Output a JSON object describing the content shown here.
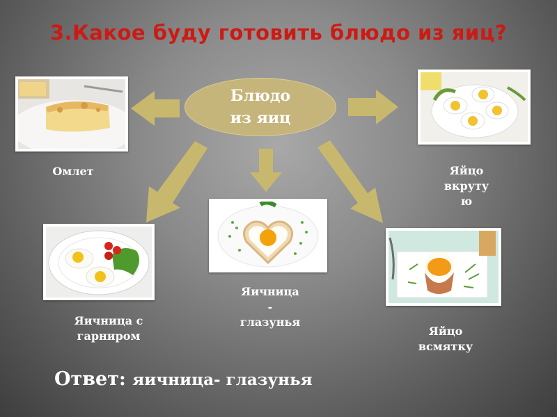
{
  "title": "3.Какое буду готовить блюдо из яиц?",
  "center": {
    "label": "Блюдо\nиз яиц"
  },
  "colors": {
    "title": "#cc1a14",
    "arrow": "#c8b86e",
    "oval": "#c6b57a",
    "label": "#ffffff"
  },
  "dishes": [
    {
      "label": "Омлет",
      "picture": "omelette-photo"
    },
    {
      "label": "Яйцо\nвкруту\nю",
      "picture": "boiled-eggs-bowl-photo"
    },
    {
      "label": "Яичница с\nгарниром",
      "picture": "fried-eggs-garnish-photo"
    },
    {
      "label": "Яичница\n-\nглазунья",
      "picture": "heart-fried-egg-photo"
    },
    {
      "label": "Яйцо\nвсмятку",
      "picture": "soft-boiled-egg-cup-photo"
    }
  ],
  "answer": {
    "prefix": "Ответ:",
    "text": "яичница- глазунья"
  }
}
